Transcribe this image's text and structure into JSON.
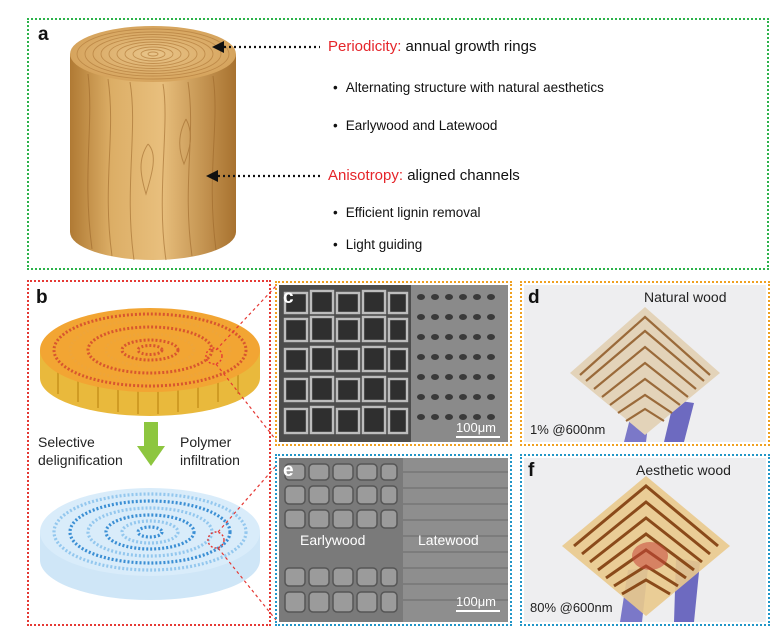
{
  "panel_a": {
    "label": "a",
    "periodicity": {
      "highlight": "Periodicity:",
      "rest": "annual growth rings",
      "bullets": [
        "Alternating structure with natural aesthetics",
        "Earlywood and Latewood"
      ]
    },
    "anisotropy": {
      "highlight": "Anisotropy:",
      "rest": "aligned channels",
      "bullets": [
        "Efficient lignin removal",
        "Light guiding"
      ]
    }
  },
  "panel_b": {
    "label": "b",
    "left_text": [
      "Selective",
      "delignification"
    ],
    "right_text": [
      "Polymer",
      "infiltration"
    ]
  },
  "panel_c": {
    "label": "c",
    "scale": "100μm"
  },
  "panel_d": {
    "label": "d",
    "title": "Natural wood",
    "transmittance": "1% @600nm"
  },
  "panel_e": {
    "label": "e",
    "scale": "100μm",
    "left_region": "Earlywood",
    "right_region": "Latewood"
  },
  "panel_f": {
    "label": "f",
    "title": "Aesthetic wood",
    "transmittance": "80% @600nm"
  },
  "colors": {
    "green_border": "#2bb34a",
    "red_border": "#e53935",
    "orange_border": "#f0a020",
    "blue_border": "#2196c8",
    "highlight_text": "#e5252a",
    "arrow": "#8dc63f"
  }
}
